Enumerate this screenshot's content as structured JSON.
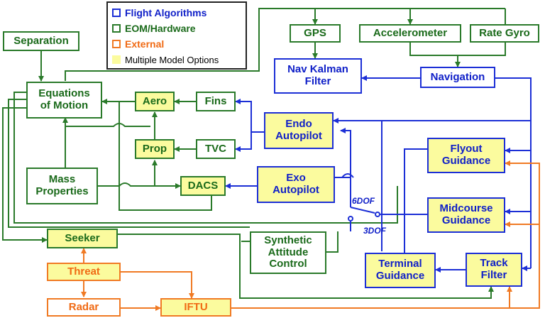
{
  "legend": [
    {
      "label": "Flight Algorithms",
      "swatch": "blue-outline",
      "color": "#1020c8"
    },
    {
      "label": "EOM/Hardware",
      "swatch": "green-outline",
      "color": "#1a6a1a"
    },
    {
      "label": "External",
      "swatch": "orange-outline",
      "color": "#f06a14"
    },
    {
      "label": "Multiple Model Options",
      "swatch": "yellow-fill",
      "color": "#000000"
    }
  ],
  "blocks": {
    "separation": "Separation",
    "eom": "Equations\nof Motion",
    "aero": "Aero",
    "fins": "Fins",
    "prop": "Prop",
    "tvc": "TVC",
    "mass": "Mass\nProperties",
    "dacs": "DACS",
    "gps": "GPS",
    "accelerometer": "Accelerometer",
    "rate_gyro": "Rate Gyro",
    "nav_kalman": "Nav Kalman\nFilter",
    "navigation": "Navigation",
    "endo": "Endo\nAutopilot",
    "exo": "Exo\nAutopilot",
    "flyout": "Flyout\nGuidance",
    "midcourse": "Midcourse\nGuidance",
    "terminal": "Terminal\nGuidance",
    "track_filter": "Track\nFilter",
    "synthetic": "Synthetic\nAttitude\nControl",
    "seeker": "Seeker",
    "threat": "Threat",
    "radar": "Radar",
    "iftu": "IFTU"
  },
  "switch_labels": {
    "six_dof": "6DOF",
    "three_dof": "3DOF"
  },
  "colors": {
    "green": "#2a7a2a",
    "blue": "#1c2fd6",
    "orange": "#f07a24",
    "yellow": "#fbfb9e"
  }
}
